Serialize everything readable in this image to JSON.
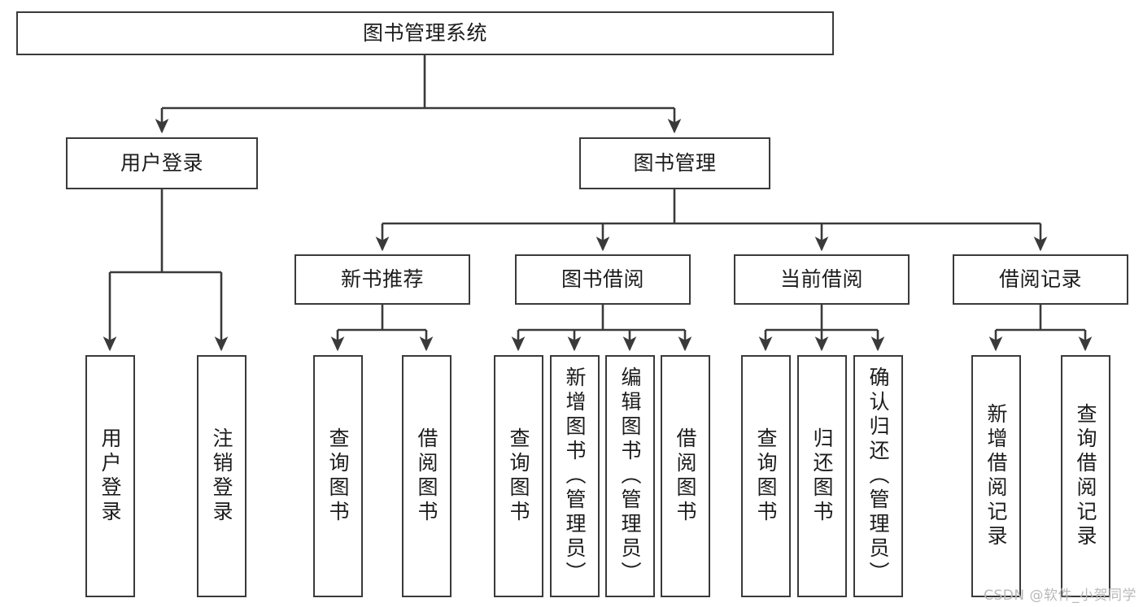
{
  "diagram": {
    "title": "图书管理系统",
    "type": "tree-hierarchy-chart",
    "watermark": "CSDN @软件_小贺同学",
    "colors": {
      "stroke": "#3a3a3a",
      "fill": "#ffffff",
      "text": "#1c1c1c",
      "watermark": "#b9b9b9"
    },
    "nodes": {
      "root": {
        "label": "图书管理系统"
      },
      "level2": [
        {
          "id": "user-login",
          "label": "用户登录"
        },
        {
          "id": "book-manage",
          "label": "图书管理"
        }
      ],
      "level3": [
        {
          "id": "new-book-recommend",
          "label": "新书推荐"
        },
        {
          "id": "book-borrow",
          "label": "图书借阅"
        },
        {
          "id": "current-borrow",
          "label": "当前借阅"
        },
        {
          "id": "borrow-record",
          "label": "借阅记录"
        }
      ],
      "leaves": {
        "user-login": [
          {
            "id": "leaf-user-login",
            "label": "用户登录"
          },
          {
            "id": "leaf-logout-login",
            "label": "注销登录"
          }
        ],
        "new-book-recommend": [
          {
            "id": "leaf-query-book-1",
            "label": "查询图书"
          },
          {
            "id": "leaf-borrow-book-1",
            "label": "借阅图书"
          }
        ],
        "book-borrow": [
          {
            "id": "leaf-query-book-2",
            "label": "查询图书"
          },
          {
            "id": "leaf-add-book",
            "label": "新增图书（管理员）"
          },
          {
            "id": "leaf-edit-book",
            "label": "编辑图书（管理员）"
          },
          {
            "id": "leaf-borrow-book-2",
            "label": "借阅图书"
          }
        ],
        "current-borrow": [
          {
            "id": "leaf-query-book-3",
            "label": "查询图书"
          },
          {
            "id": "leaf-return-book",
            "label": "归还图书"
          },
          {
            "id": "leaf-confirm-return",
            "label": "确认归还（管理员）"
          }
        ],
        "borrow-record": [
          {
            "id": "leaf-add-record",
            "label": "新增借阅记录"
          },
          {
            "id": "leaf-query-record",
            "label": "查询借阅记录"
          }
        ]
      }
    }
  }
}
